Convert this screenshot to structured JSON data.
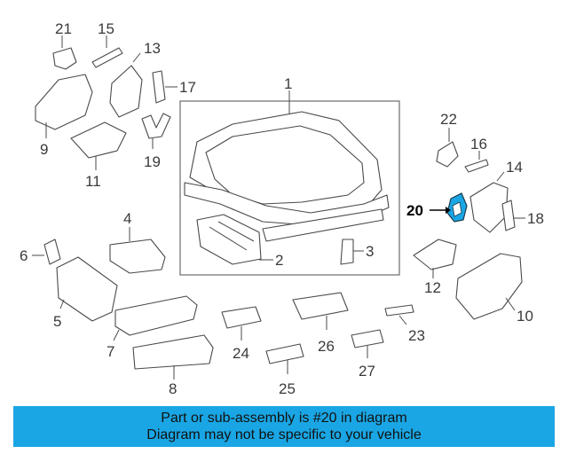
{
  "diagram": {
    "highlight_color": "#1aa6e4",
    "highlighted_part": "20",
    "callouts": [
      "1",
      "2",
      "3",
      "4",
      "5",
      "6",
      "7",
      "8",
      "9",
      "10",
      "11",
      "12",
      "13",
      "14",
      "15",
      "16",
      "17",
      "18",
      "19",
      "20",
      "21",
      "22",
      "23",
      "24",
      "25",
      "26",
      "27"
    ]
  },
  "banner": {
    "line1": "Part or sub-assembly is #20 in diagram",
    "line2": "Diagram may not be specific to your vehicle",
    "background": "#1aa6e4"
  }
}
